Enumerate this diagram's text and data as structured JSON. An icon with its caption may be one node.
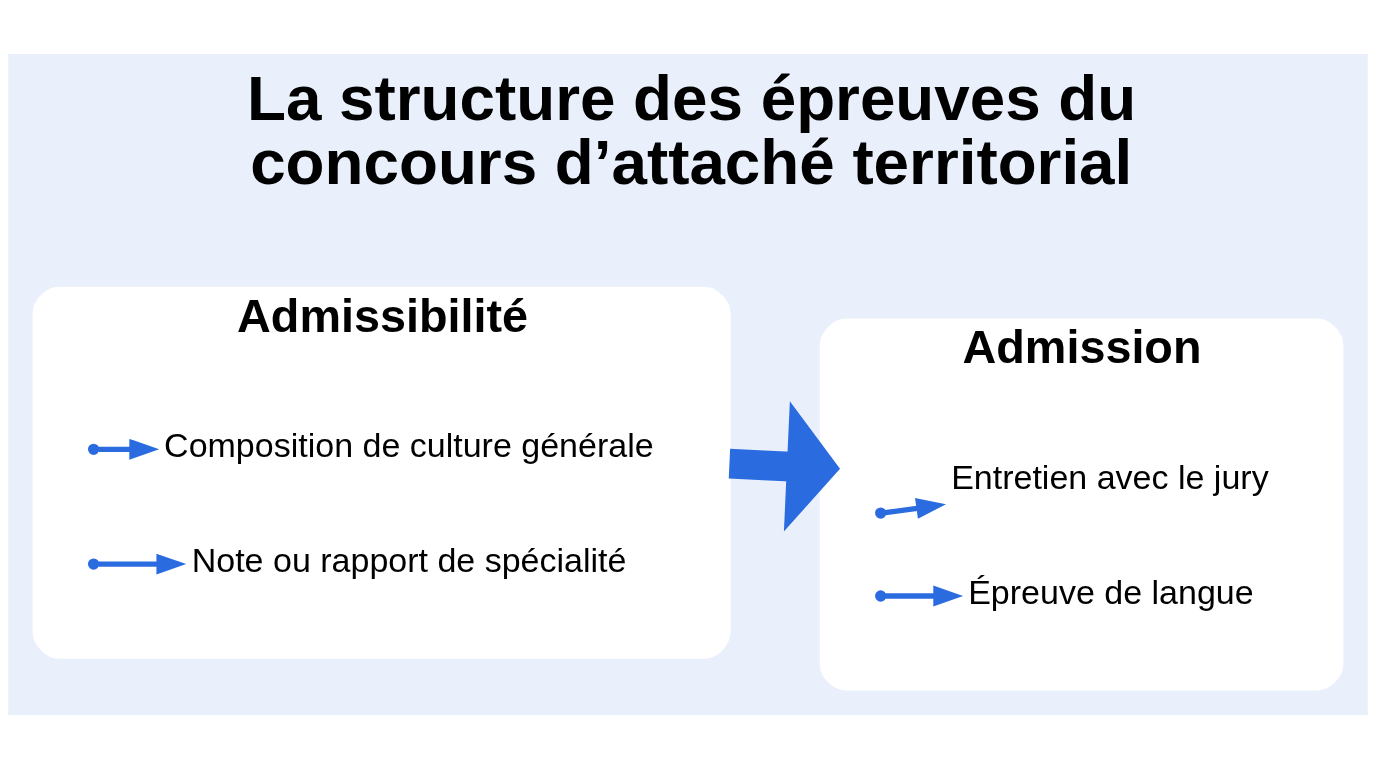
{
  "diagram": {
    "title": "La structure des épreuves du concours d’attaché territorial",
    "nodes": [
      {
        "text": [
          "Admissibilité"
        ]
      },
      {
        "text": [
          "Composition de culture générale"
        ],
        "in": 0
      },
      {
        "text": [
          "Note ou rapport de spécialité"
        ],
        "in": 0
      },
      {
        "text": [
          "Admission"
        ]
      },
      {
        "text": [
          "Entretien avec le jury"
        ],
        "in": 3
      },
      {
        "text": [
          "Épreuve de langue"
        ],
        "in": 3
      }
    ],
    "edges": [
      {
        "from": 0,
        "to": 3,
        "arrow": "to",
        "style": "thick"
      },
      {
        "from": null,
        "to": 1,
        "arrow": "to"
      },
      {
        "from": null,
        "to": 2,
        "arrow": "to"
      },
      {
        "from": null,
        "to": 4,
        "arrow": "to"
      },
      {
        "from": null,
        "to": 5,
        "arrow": "to"
      }
    ]
  }
}
